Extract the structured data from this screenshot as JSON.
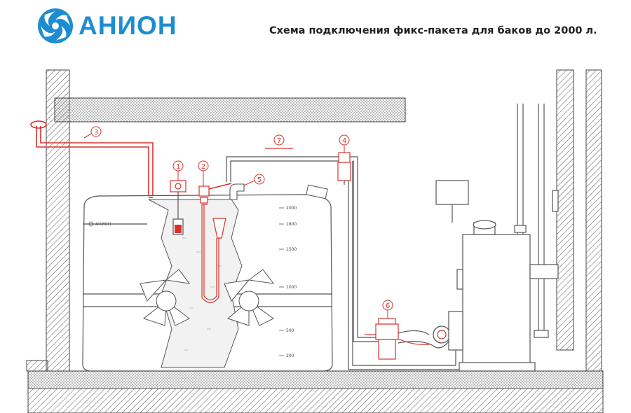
{
  "header": {
    "logo_text": "АНИОН",
    "title": "Схема подключения фикс-пакета для баков до 2000 л."
  },
  "tank": {
    "brand": "АНИОН",
    "scale_marks": [
      "2000",
      "1800",
      "1500",
      "1000",
      "500",
      "200"
    ]
  },
  "markers": [
    "1",
    "2",
    "3",
    "4",
    "5",
    "6",
    "7"
  ],
  "colors": {
    "accent": "#1d8dd1",
    "pipe": "#d9322c",
    "line": "#555555"
  }
}
